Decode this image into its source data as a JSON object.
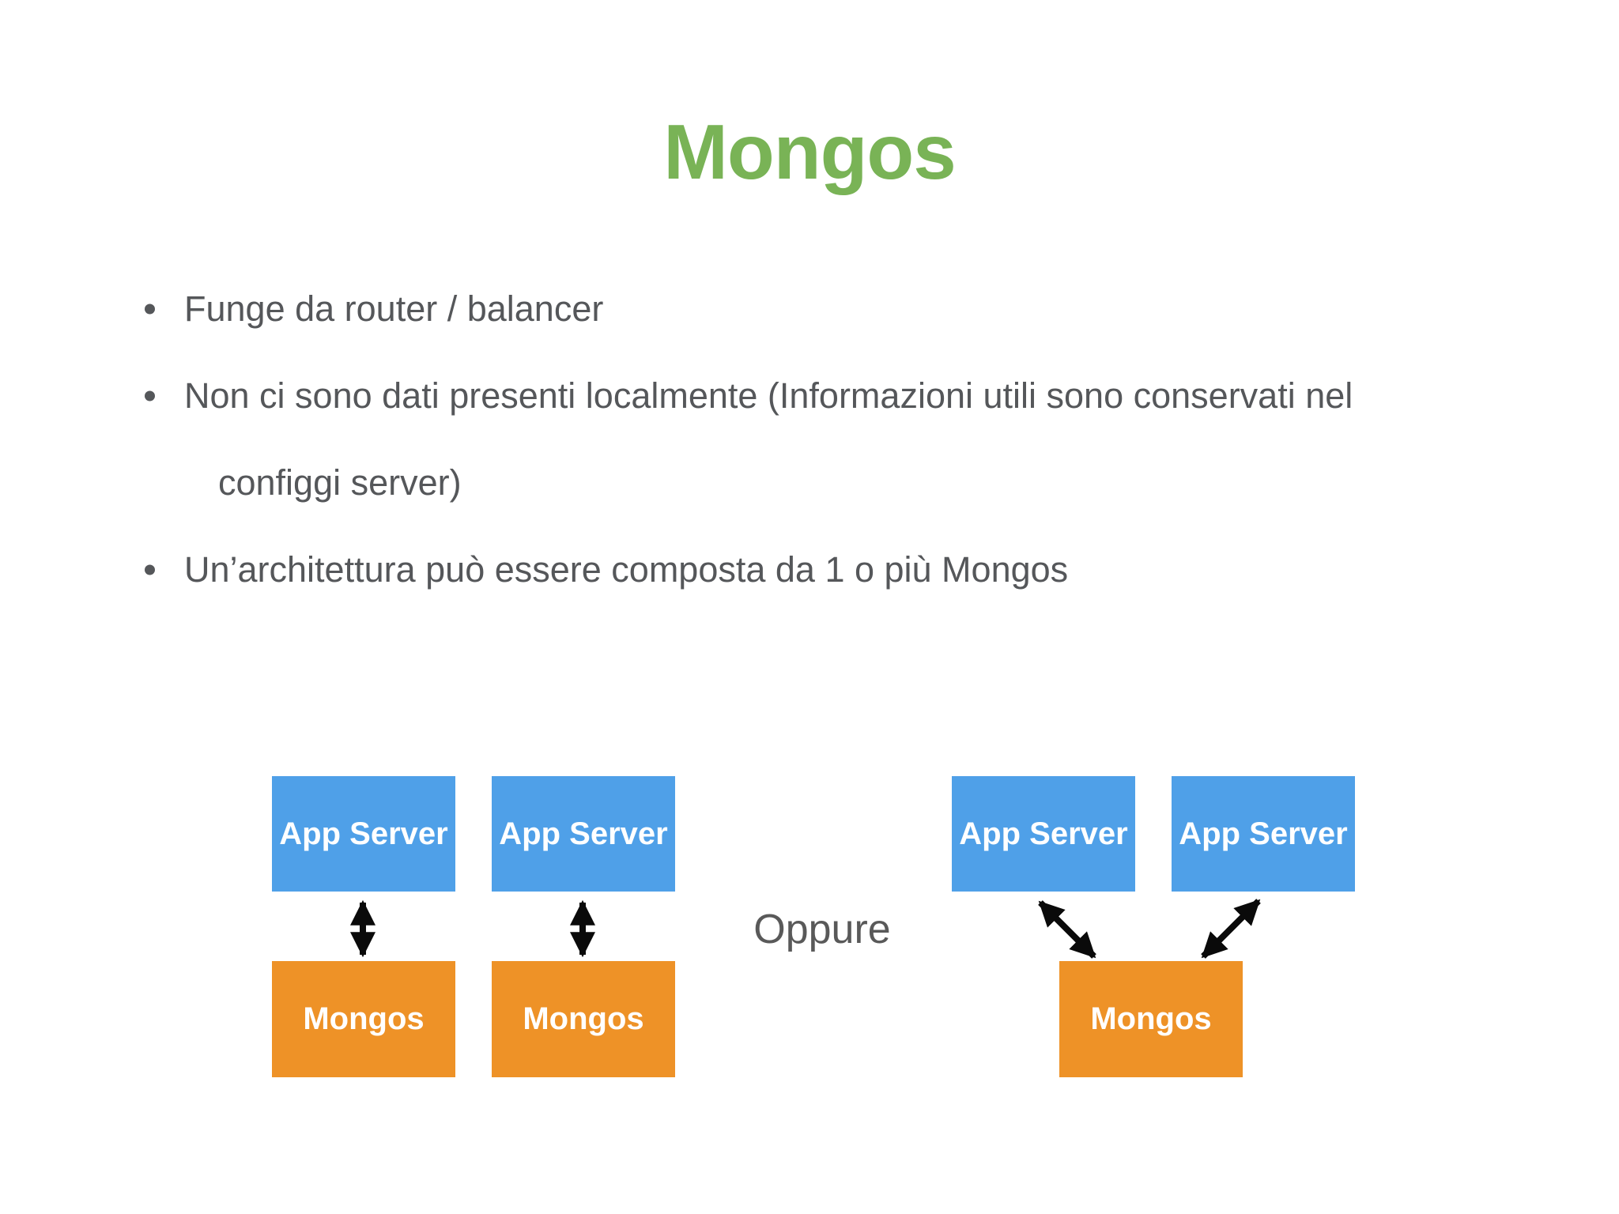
{
  "slide": {
    "title": "Mongos"
  },
  "bullets": [
    {
      "lines": [
        "Funge da router / balancer"
      ]
    },
    {
      "lines": [
        "Non ci sono dati presenti localmente (Informazioni utili sono conservati nel",
        "configgi server)"
      ]
    },
    {
      "lines": [
        "Un’architettura può essere composta da 1 o più Mongos"
      ]
    }
  ],
  "diagram": {
    "separator_label": "Oppure",
    "left_group": {
      "pairs": [
        {
          "app": "App Server",
          "router": "Mongos"
        },
        {
          "app": "App Server",
          "router": "Mongos"
        }
      ]
    },
    "right_group": {
      "apps": [
        "App Server",
        "App Server"
      ],
      "router": "Mongos"
    }
  },
  "colors": {
    "title_green": "#79B356",
    "body_text": "#55575A",
    "app_server_blue": "#4FA0E8",
    "mongos_orange": "#EE9227",
    "arrow_black": "#0A0A0A"
  }
}
